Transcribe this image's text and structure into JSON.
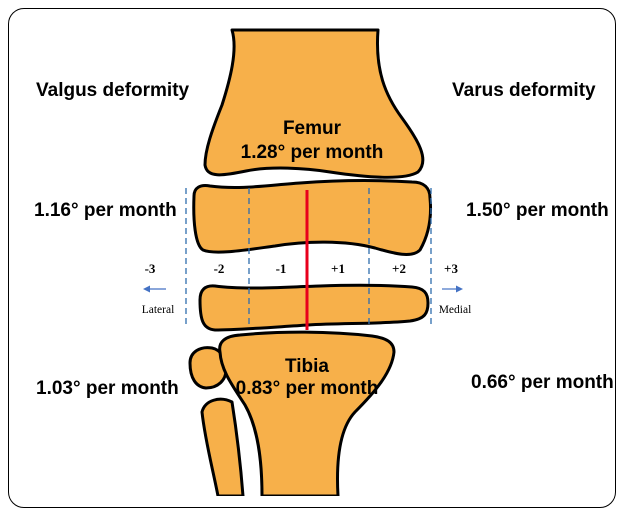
{
  "left_title": "Valgus deformity",
  "right_title": "Varus deformity",
  "femur": {
    "label": "Femur",
    "rate": "1.28° per month"
  },
  "tibia": {
    "label": "Tibia",
    "rate": "0.83° per month"
  },
  "left_upper_rate": "1.16° per month",
  "right_upper_rate": "1.50° per month",
  "left_lower_rate": "1.03° per month",
  "right_lower_rate": "0.66° per month",
  "zones": [
    "-3",
    "-2",
    "-1",
    "+1",
    "+2",
    "+3"
  ],
  "lateral_label": "Lateral",
  "medial_label": "Medial",
  "colors": {
    "bone": "#F7B04A",
    "center_line": "#E8001C",
    "guide": "#2E6DAE",
    "arrow": "#4472C4"
  }
}
